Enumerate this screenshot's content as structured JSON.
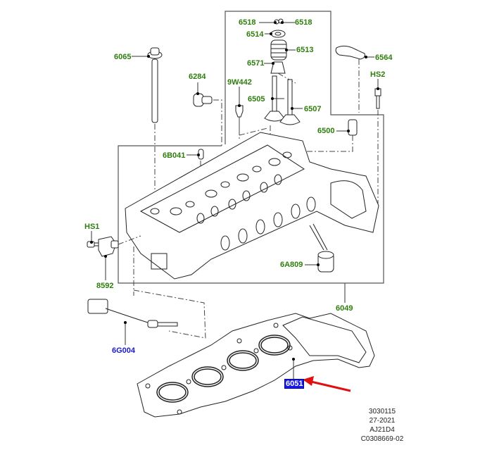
{
  "diagram": {
    "title": "Cylinder head exploded parts diagram",
    "labels": [
      {
        "id": "6518-left",
        "text": "6518",
        "color": "green"
      },
      {
        "id": "6518-right",
        "text": "6518",
        "color": "green"
      },
      {
        "id": "6514",
        "text": "6514",
        "color": "green"
      },
      {
        "id": "6513",
        "text": "6513",
        "color": "green"
      },
      {
        "id": "6571",
        "text": "6571",
        "color": "green"
      },
      {
        "id": "6564",
        "text": "6564",
        "color": "green"
      },
      {
        "id": "HS2",
        "text": "HS2",
        "color": "green"
      },
      {
        "id": "6065",
        "text": "6065",
        "color": "green"
      },
      {
        "id": "6284",
        "text": "6284",
        "color": "green"
      },
      {
        "id": "9W442",
        "text": "9W442",
        "color": "green"
      },
      {
        "id": "6505",
        "text": "6505",
        "color": "green"
      },
      {
        "id": "6507",
        "text": "6507",
        "color": "green"
      },
      {
        "id": "6500",
        "text": "6500",
        "color": "green"
      },
      {
        "id": "6B041",
        "text": "6B041",
        "color": "green"
      },
      {
        "id": "HS1",
        "text": "HS1",
        "color": "green"
      },
      {
        "id": "8592",
        "text": "8592",
        "color": "green"
      },
      {
        "id": "6A809",
        "text": "6A809",
        "color": "green"
      },
      {
        "id": "6049",
        "text": "6049",
        "color": "green"
      },
      {
        "id": "6G004",
        "text": "6G004",
        "color": "blue"
      },
      {
        "id": "6051",
        "text": "6051",
        "color": "highlighted"
      }
    ],
    "highlighted_part": "6051",
    "reference": [
      "3030115",
      "27-2021",
      "AJ21D4",
      "C0308669-02"
    ],
    "colors": {
      "label_green": "#2e7d0c",
      "label_blue": "#1a1acc",
      "highlight_bg": "#1a1ae6",
      "arrow_red": "#e01010"
    }
  }
}
